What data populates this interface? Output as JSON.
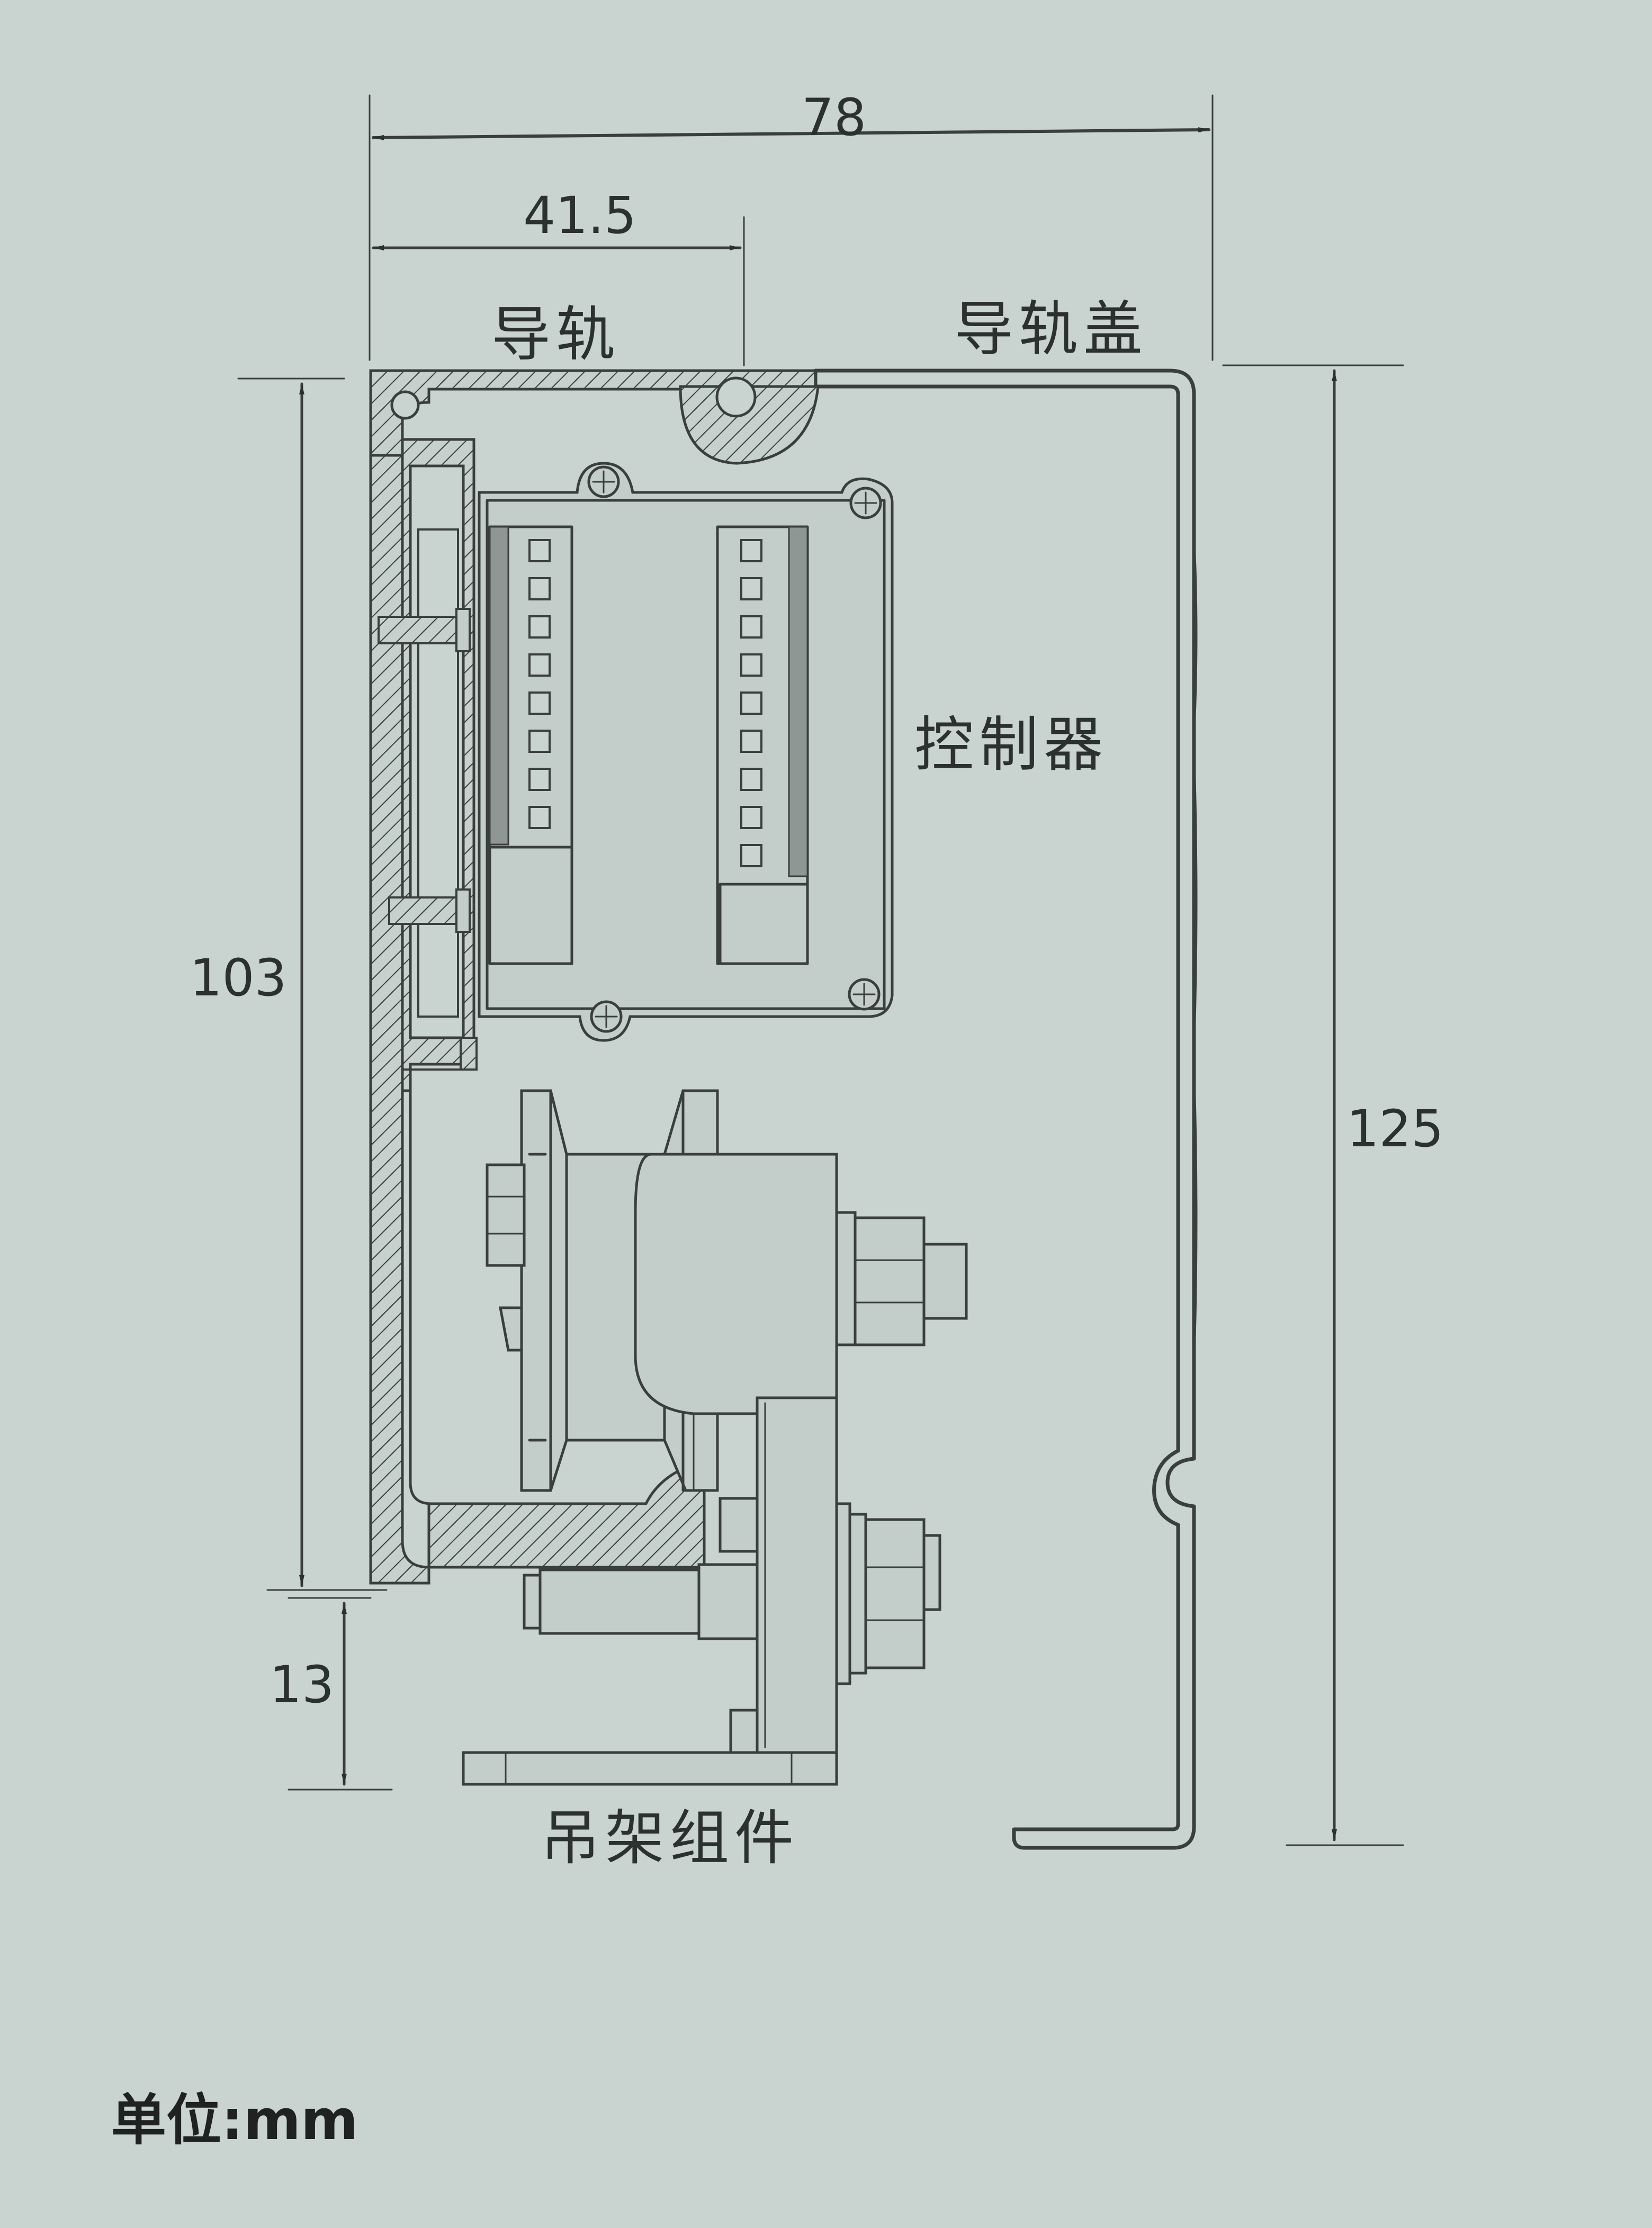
{
  "dimensions": {
    "total_width": "78",
    "rail_width": "41.5",
    "rail_height": "103",
    "total_height": "125",
    "hanger_offset": "13"
  },
  "labels": {
    "rail": "导轨",
    "rail_cover": "导轨盖",
    "controller": "控制器",
    "hanger_assembly": "吊架组件"
  },
  "unit_note": "单位:mm",
  "colors": {
    "background": "#c9d3cf",
    "line": "#3a3f3d",
    "text": "#2c302f"
  }
}
